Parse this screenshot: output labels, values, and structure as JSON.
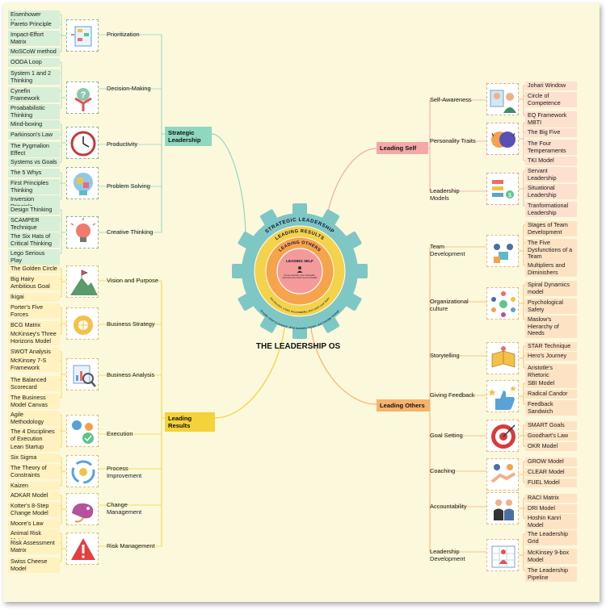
{
  "title": "THE LEADERSHIP OS",
  "center": {
    "ring1": "STRATEGIC LEADERSHIP",
    "ring1_text": "Provide vision & purpose, drive business impact, and manage change",
    "ring2": "LEADING RESULTS",
    "ring2_text": "Set direction, create accountability, and coach your team",
    "ring3": "LEADING OTHERS",
    "ring4": "LEADING SELF",
    "ring4_text": "Know yourself, your strengths, and how you show up as a leader"
  },
  "branches": {
    "strategic": "Strategic Leadership",
    "results": "Leading Results",
    "self": "Leading Self",
    "others": "Leading Others"
  },
  "colors": {
    "strategic": "#8fd8c0",
    "results": "#f4d23a",
    "self": "#f4a8a8",
    "others": "#f7b36b"
  },
  "groups": [
    {
      "label": "Prioritization",
      "icon": "kanban-board-icon",
      "items": [
        "Eisenhower Matrix",
        "Pareto Principle",
        "Impact-Effort Matrix",
        "MoSCoW method"
      ]
    },
    {
      "label": "Decision-Making",
      "icon": "question-crossroads-icon",
      "items": [
        "OODA Loop",
        "System 1 and 2 Thinking",
        "Cynefin Framework",
        "Proababilistic Thinking"
      ]
    },
    {
      "label": "Productivity",
      "icon": "clock-icon",
      "items": [
        "Mind-boxing",
        "Parkinson's Law",
        "The Pygmalion Effect",
        "Systems vs Goals"
      ]
    },
    {
      "label": "Problem Solving",
      "icon": "puzzle-head-icon",
      "items": [
        "The 5 Whys",
        "First Principles Thinking",
        "Inversion Principle"
      ]
    },
    {
      "label": "Creative Thinking",
      "icon": "lightbulb-icon",
      "items": [
        "Design Thinking",
        "SCAMPER Technique",
        "The Six Hats of Critical Thinking",
        "Lego Serious Play"
      ]
    },
    {
      "label": "Vision and Purpose",
      "icon": "mountain-flag-icon",
      "items": [
        "The Golden Circle",
        "Big Hairy Ambitious Goal",
        "Ikigai"
      ]
    },
    {
      "label": "Business Strategy",
      "icon": "gear-bulb-icon",
      "items": [
        "Porter's Five Forces",
        "BCG Matrix",
        "McKinsey's Three Horizons Model"
      ]
    },
    {
      "label": "Business Analysis",
      "icon": "chart-magnifier-icon",
      "items": [
        "SWOT Analysis",
        "McKinsey 7-S Framework",
        "The Balanced Scorecard",
        "The Business Model Canvas"
      ]
    },
    {
      "label": "Execution",
      "icon": "gears-check-icon",
      "items": [
        "Agile Methodology",
        "The 4 Disciplines of Execution",
        "Lean Startup"
      ]
    },
    {
      "label": "Process Improvement",
      "icon": "cycle-gears-icon",
      "items": [
        "Six Sigma",
        "The Theory of Constraints",
        "Kaizen"
      ]
    },
    {
      "label": "Change Management",
      "icon": "chameleon-icon",
      "items": [
        "ADKAR Model",
        "Kotter's 8-Step Change Model",
        "Moore's Law"
      ]
    },
    {
      "label": "Risk Management",
      "icon": "warning-triangle-icon",
      "items": [
        "Animal Risk Matrix",
        "Risk Assessment Matrix",
        "Swiss Cheese Model"
      ]
    },
    {
      "label": "Self-Awareness",
      "icon": "mirror-person-icon",
      "items": [
        "Johari Window",
        "Circle of Competence",
        "EQ Framework"
      ]
    },
    {
      "label": "Personality Traits",
      "icon": "faces-icon",
      "items": [
        "MBTI",
        "The Big Five",
        "The Four Temperaments",
        "TKI Model"
      ]
    },
    {
      "label": "Leadership Models",
      "icon": "hierarchy-icon",
      "items": [
        "Servant Leadership",
        "Situational Leadership",
        "Tranformational Leadership"
      ]
    },
    {
      "label": "Team Development",
      "icon": "team-puzzle-icon",
      "items": [
        "Stages of Team Development",
        "The Five Dysfunctions of a Team",
        "Multipliers and Diminishers"
      ]
    },
    {
      "label": "Organizational culture",
      "icon": "people-circle-icon",
      "items": [
        "Spiral Dynamics model",
        "Psychological Safety",
        "Maslow's Hierarchy of Needs"
      ]
    },
    {
      "label": "Storytelling",
      "icon": "book-idea-icon",
      "items": [
        "STAR Technique",
        "Hero's Journey",
        "Aristotle's Rhetoric"
      ]
    },
    {
      "label": "Giving Feedback",
      "icon": "thumbs-stars-icon",
      "items": [
        "SBI Model",
        "Radical Candor",
        "Feedback Sandwich"
      ]
    },
    {
      "label": "Goal Setting",
      "icon": "target-icon",
      "items": [
        "SMART Goals",
        "Goodhart's Law",
        "OKR Model"
      ]
    },
    {
      "label": "Coaching",
      "icon": "handshake-icon",
      "items": [
        "GROW Model",
        "CLEAR Model",
        "FUEL Model"
      ]
    },
    {
      "label": "Accountability",
      "icon": "business-people-icon",
      "items": [
        "RACI Matrix",
        "DRI Model",
        "Hoshin Kanri Model"
      ]
    },
    {
      "label": "Leadership Development",
      "icon": "leader-grid-icon",
      "items": [
        "The Leadership Grid",
        "McKinsey 9-box Model",
        "The Leadership Pipeline"
      ]
    }
  ]
}
